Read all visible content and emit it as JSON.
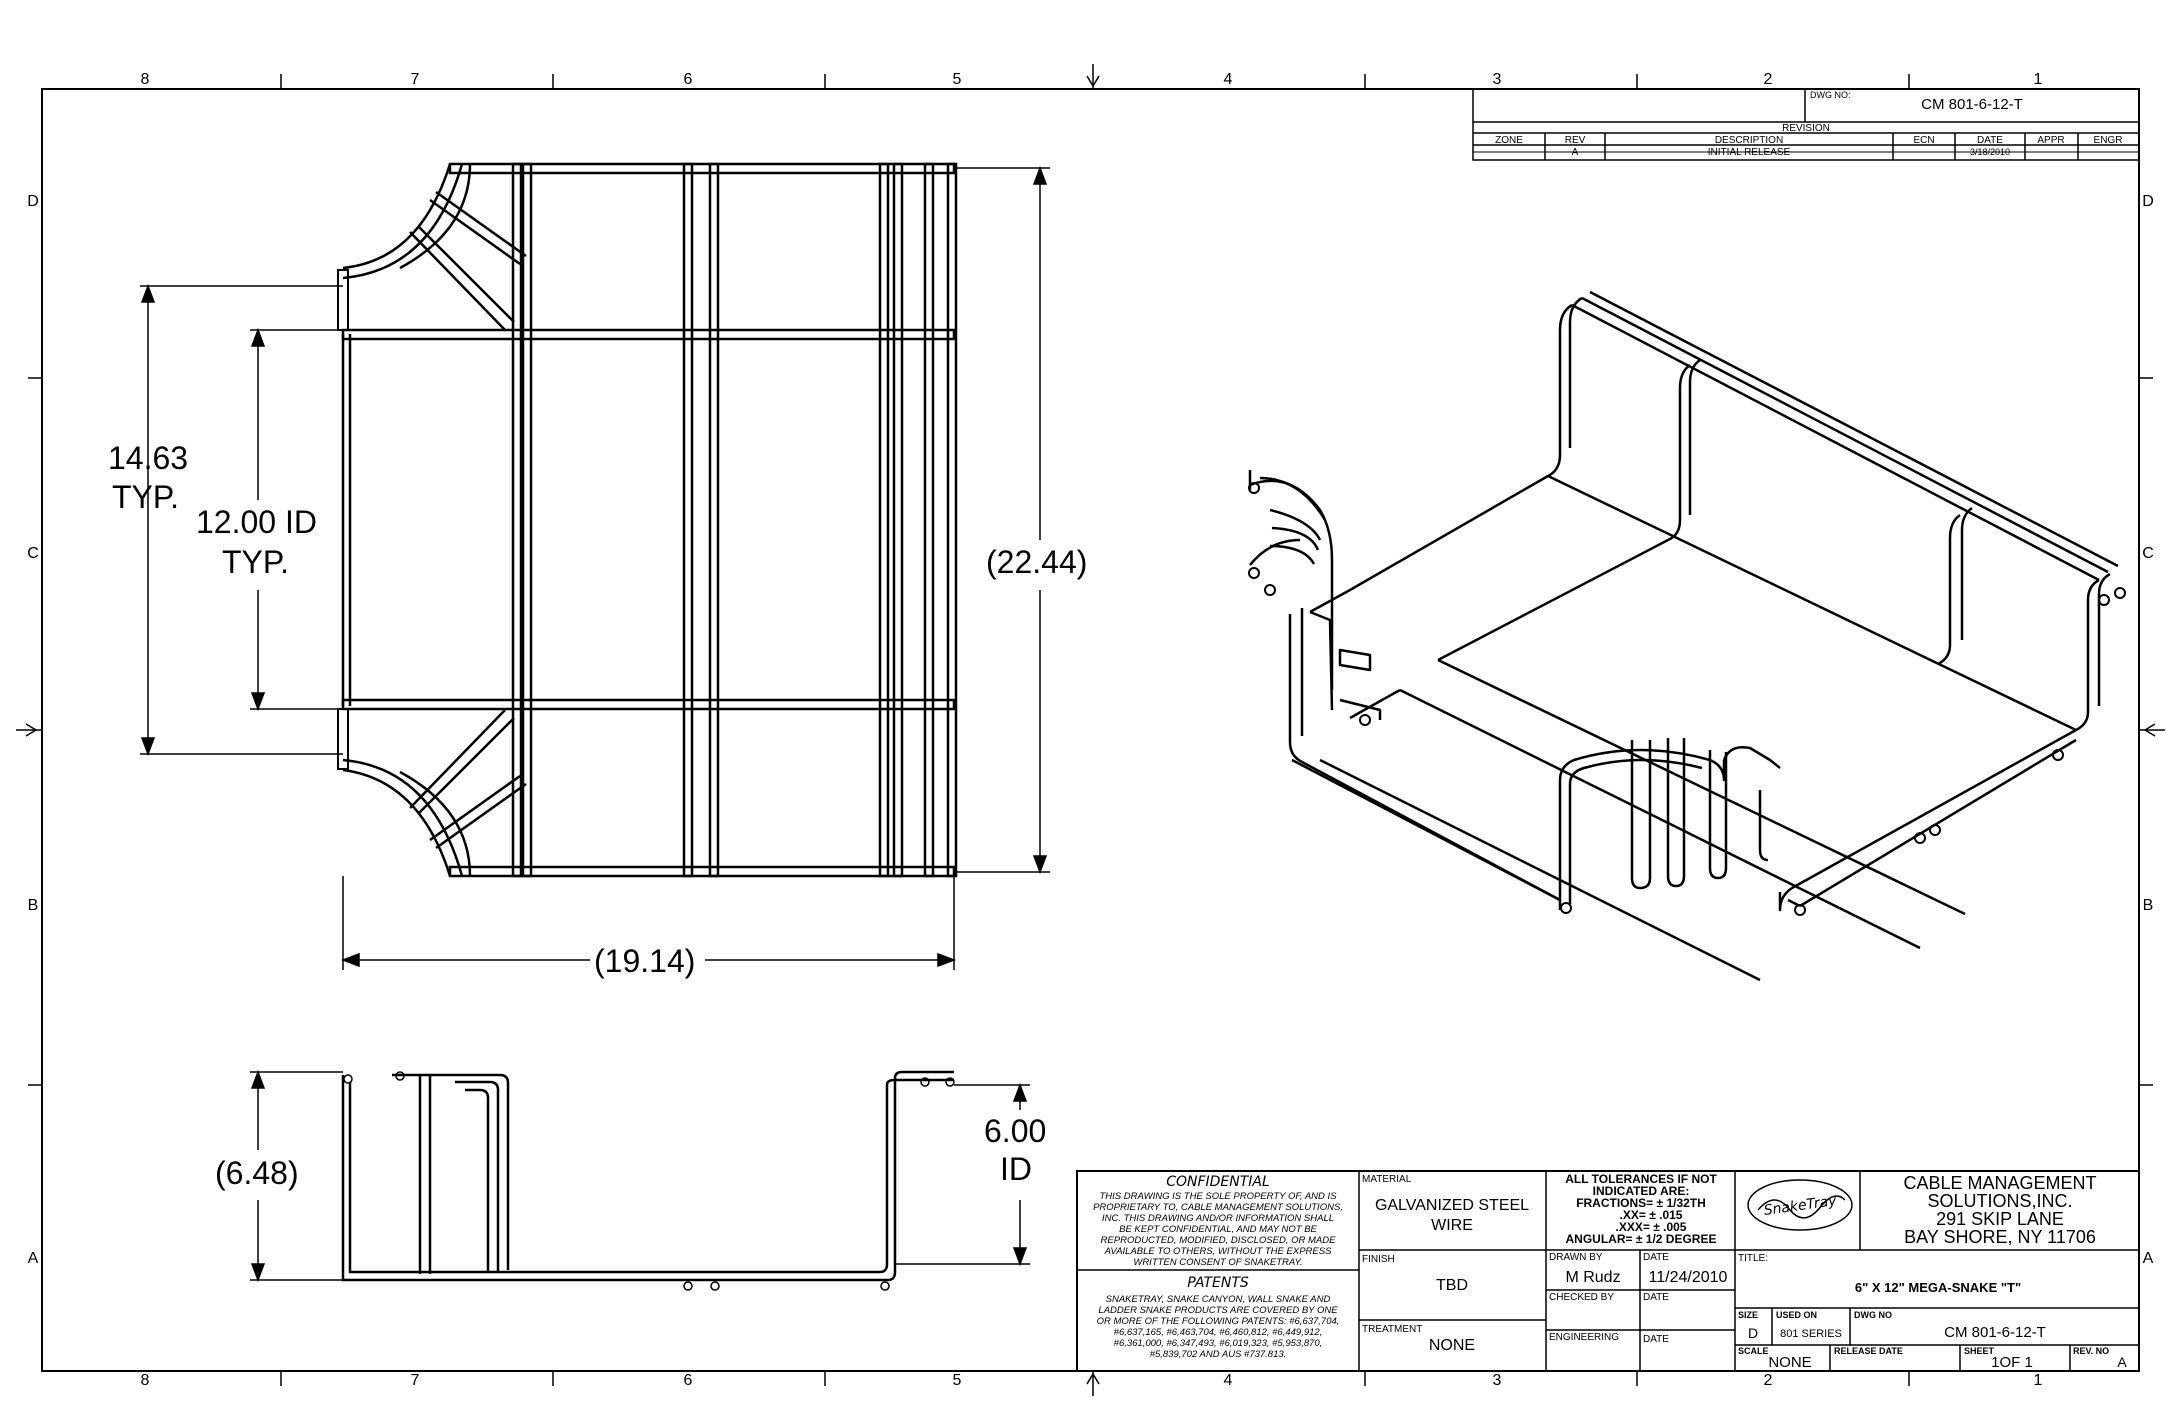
{
  "sheet": {
    "col_labels": [
      "8",
      "7",
      "6",
      "5",
      "4",
      "3",
      "2",
      "1"
    ],
    "row_labels": [
      "D",
      "C",
      "B",
      "A"
    ]
  },
  "revision": {
    "dwg_no_label": "DWG NO:",
    "dwg_no": "CM 801-6-12-T",
    "header": "REVISION",
    "columns": [
      "ZONE",
      "REV",
      "DESCRIPTION",
      "ECN",
      "DATE",
      "APPR",
      "ENGR"
    ],
    "rows": [
      {
        "zone": "",
        "rev": "A",
        "description": "INITIAL RELEASE",
        "ecn": "",
        "date": "3/18/2010",
        "appr": "",
        "engr": ""
      }
    ]
  },
  "dimensions": {
    "d1463": "14.63",
    "d1463_typ": "TYP.",
    "d1200": "12.00 ID",
    "d1200_typ": "TYP.",
    "d2244": "(22.44)",
    "d1914": "(19.14)",
    "d648": "(6.48)",
    "d600": "6.00",
    "d600_id": "ID"
  },
  "title_block": {
    "confidential_title": "CONFIDENTIAL",
    "confidential_lines": [
      "THIS DRAWING IS THE SOLE PROPERTY OF, AND IS",
      "PROPRIETARY TO, CABLE MANAGEMENT SOLUTIONS,",
      "INC. THIS DRAWING AND/OR INFORMATION SHALL",
      "BE KEPT CONFIDENTIAL, AND MAY NOT BE",
      "REPRODUCTED, MODIFIED, DISCLOSED, OR MADE",
      "AVAILABLE TO OTHERS, WITHOUT THE EXPRESS",
      "WRITTEN CONSENT OF SNAKETRAY."
    ],
    "patents_title": "PATENTS",
    "patents_lines": [
      "SNAKETRAY, SNAKE CANYON, WALL SNAKE AND",
      "LADDER SNAKE PRODUCTS ARE COVERED BY ONE",
      "OR MORE OF THE FOLLOWING PATENTS: #6,637,704,",
      "#6,637,165, #6,463,704, #6,460,812, #6,449,912,",
      "#6,361,000, #6,347,493, #6,019,323, #5,953,870,",
      "#5,839,702 AND AUS #737.813."
    ],
    "material_label": "MATERIAL",
    "material_line1": "GALVANIZED STEEL",
    "material_line2": "WIRE",
    "finish_label": "FINISH",
    "finish": "TBD",
    "treatment_label": "TREATMENT",
    "treatment": "NONE",
    "tolerances": [
      "ALL TOLERANCES IF NOT",
      "INDICATED ARE:",
      "FRACTIONS= ± 1/32TH",
      ".XX= ± .015",
      ".XXX= ± .005",
      "ANGULAR= ± 1/2 DEGREE"
    ],
    "drawn_by_label": "DRAWN BY",
    "drawn_by": "M Rudz",
    "date_label": "DATE",
    "drawn_date": "11/24/2010",
    "checked_by_label": "CHECKED BY",
    "engineering_label": "ENGINEERING",
    "logo_text": "SnakeTray",
    "company_lines": [
      "CABLE MANAGEMENT",
      "SOLUTIONS,INC.",
      "291 SKIP LANE",
      "BAY SHORE, NY 11706"
    ],
    "title_label": "TITLE:",
    "title": "6\" X 12\" MEGA-SNAKE \"T\"",
    "size_label": "SIZE",
    "size": "D",
    "used_on_label": "USED ON",
    "used_on": "801 SERIES",
    "dwg_no_label": "DWG NO",
    "dwg_no": "CM 801-6-12-T",
    "scale_label": "SCALE",
    "scale": "NONE",
    "release_label": "RELEASE DATE",
    "sheet_label": "SHEET",
    "sheet": "1OF 1",
    "rev_label": "REV. NO",
    "rev": "A"
  }
}
